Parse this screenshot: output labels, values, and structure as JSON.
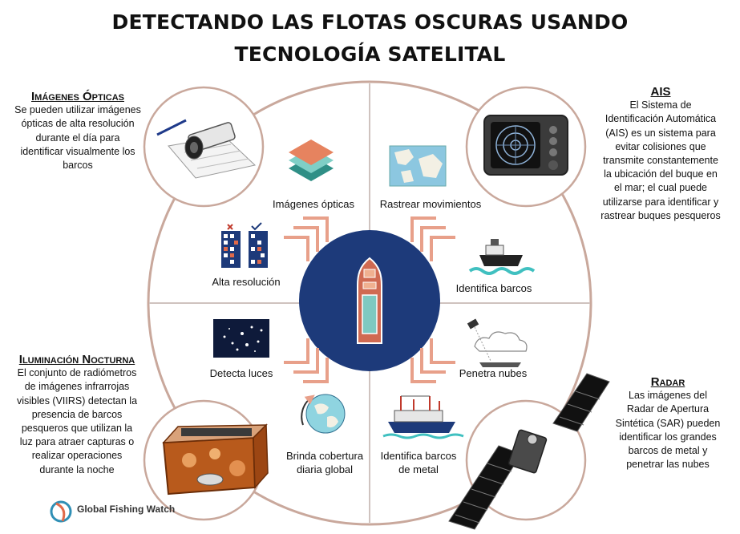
{
  "title": {
    "line1": "DETECTANDO LAS FLOTAS OSCURAS USANDO",
    "line2": "TECNOLOGÍA SATELITAL"
  },
  "quadrant_labels": {
    "imagenes_opticas": "Imágenes ópticas",
    "rastrear_movimientos": "Rastrear movimientos",
    "alta_resolucion": "Alta resolución",
    "identifica_barcos": "Identifica barcos",
    "detecta_luces": "Detecta luces",
    "penetra_nubes": "Penetra nubes",
    "cobertura_line1": "Brinda cobertura",
    "cobertura_line2": "diaria global",
    "metal_line1": "Identifica barcos",
    "metal_line2": "de metal"
  },
  "panels": {
    "opticas": {
      "heading": "Imágenes Ópticas",
      "lines": [
        "Se pueden utilizar imágenes",
        "ópticas de alta resolución",
        "durante el día para",
        "identificar visualmente los",
        "barcos"
      ]
    },
    "ais": {
      "heading": "AIS",
      "lines": [
        "El Sistema de",
        "Identificación Automática",
        "(AIS) es un sistema para",
        "evitar colisiones que",
        "transmite constantemente",
        "la ubicación del buque en",
        "el mar; el cual puede",
        "utilizarse para identificar y",
        "rastrear buques pesqueros"
      ]
    },
    "iluminacion": {
      "heading": "Iluminación Nocturna",
      "lines": [
        "El conjunto de radiómetros",
        "de imágenes infrarrojas",
        "visibles (VIIRS) detectan la",
        "presencia de barcos",
        "pesqueros que utilizan la",
        "luz para atraer capturas o",
        "realizar operaciones",
        "durante la noche"
      ]
    },
    "radar": {
      "heading": "Radar",
      "lines": [
        "Las imágenes del",
        "Radar de Apertura",
        "Sintética (SAR) pueden",
        "identificar los grandes",
        "barcos de metal y",
        "penetrar las nubes"
      ]
    }
  },
  "brand": {
    "name": "Global Fishing Watch"
  },
  "colors": {
    "ring": "#c9a89c",
    "center": "#1d3a7a",
    "arrow": "#e8a08a",
    "boat": "#d06a52"
  },
  "icons": [
    "optical-satellite-icon",
    "ais-radar-icon",
    "night-satellite-icon",
    "radar-satellite-icon",
    "stacked-layers-icon",
    "world-map-icon",
    "grid-detection-icon",
    "ship-icon",
    "night-lights-icon",
    "cloud-satellite-icon",
    "globe-icon",
    "metal-boat-icon",
    "boat-icon"
  ]
}
